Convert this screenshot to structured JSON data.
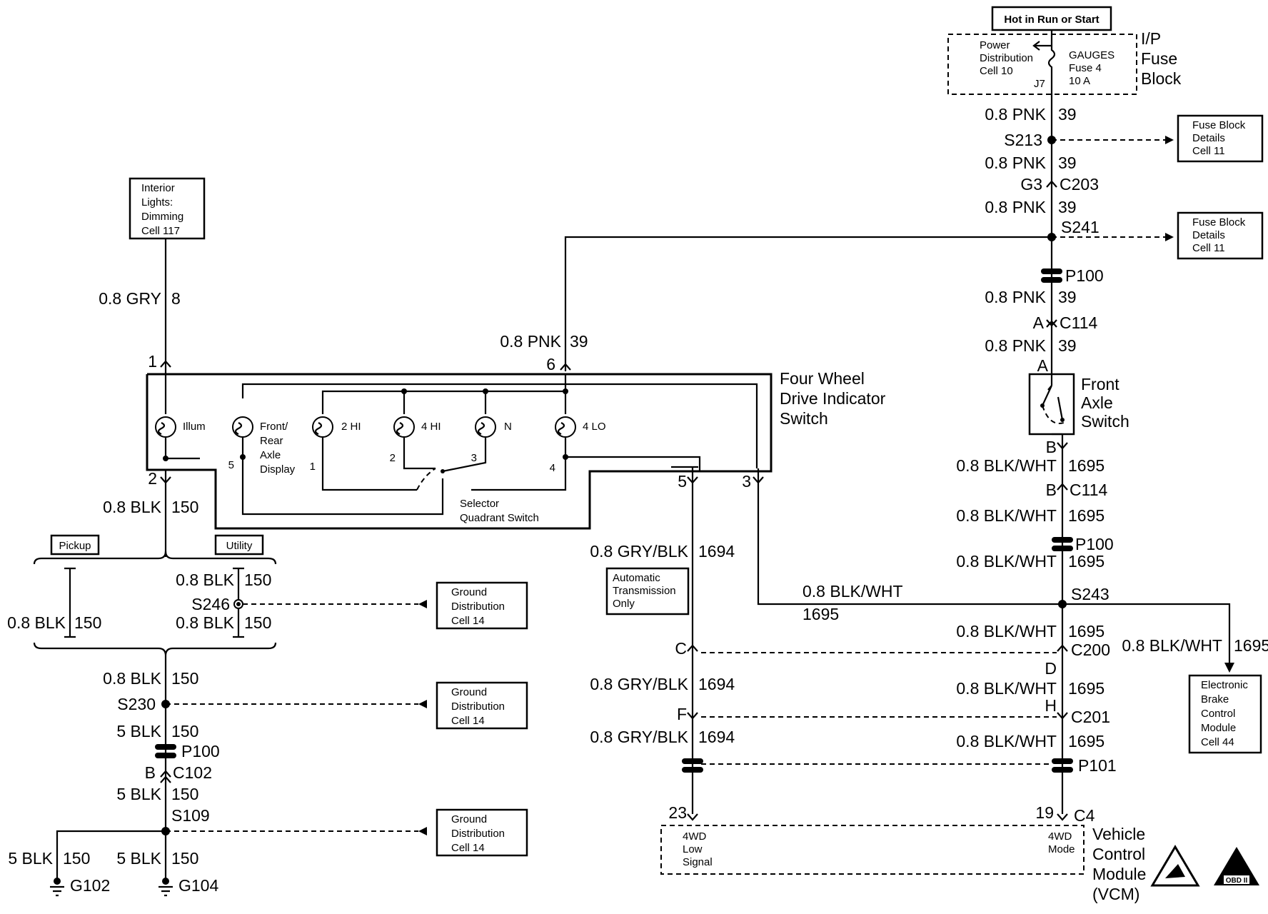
{
  "top_power": {
    "label": "Hot in Run or Start"
  },
  "fuse_block": {
    "title": [
      "I/P",
      "Fuse",
      "Block"
    ],
    "power_ref": [
      "Power",
      "Distribution",
      "Cell 10"
    ],
    "fuse": [
      "GAUGES",
      "Fuse 4",
      "10 A"
    ],
    "pin": "J7"
  },
  "refs": {
    "fuse_details_1": [
      "Fuse Block",
      "Details",
      "Cell 11"
    ],
    "fuse_details_2": [
      "Fuse Block",
      "Details",
      "Cell 11"
    ],
    "interior_lights": [
      "Interior",
      "Lights:",
      "Dimming",
      "Cell 117"
    ],
    "ground_1": [
      "Ground",
      "Distribution",
      "Cell 14"
    ],
    "ground_2": [
      "Ground",
      "Distribution",
      "Cell 14"
    ],
    "ground_3": [
      "Ground",
      "Distribution",
      "Cell 14"
    ],
    "ebcm": [
      "Electronic",
      "Brake",
      "Control",
      "Module",
      "Cell 44"
    ],
    "auto_trans": [
      "Automatic",
      "Transmission",
      "Only"
    ],
    "pickup": "Pickup",
    "utility": "Utility"
  },
  "components": {
    "four_wheel_switch": [
      "Four Wheel",
      "Drive Indicator",
      "Switch"
    ],
    "front_axle_switch": [
      "Front",
      "Axle",
      "Switch"
    ],
    "vcm": [
      "Vehicle",
      "Control",
      "Module",
      "(VCM)"
    ],
    "vcm_in_left": [
      "4WD",
      "Low",
      "Signal"
    ],
    "vcm_in_right": [
      "4WD",
      "Mode"
    ],
    "selector": [
      "Selector",
      "Quadrant Switch"
    ],
    "bulbs": {
      "illum": "Illum",
      "axle": [
        "Front/",
        "Rear",
        "Axle",
        "Display"
      ],
      "hi2": "2 HI",
      "hi4": "4 HI",
      "n": "N",
      "lo4": "4 LO"
    },
    "obd": "OBD II"
  },
  "wires": {
    "pnk_39_a": "0.8 PNK",
    "pnk_39_a_n": "39",
    "pnk_39_b": "0.8 PNK",
    "pnk_39_b_n": "39",
    "pnk_39_c": "0.8 PNK",
    "pnk_39_c_n": "39",
    "pnk_39_d": "0.8 PNK",
    "pnk_39_d_n": "39",
    "pnk_39_e": "0.8 PNK",
    "pnk_39_e_n": "39",
    "pnk_39_f": "0.8 PNK",
    "pnk_39_f_n": "39",
    "gry_8": "0.8 GRY",
    "gry_8_n": "8",
    "blk_150_a": "0.8 BLK",
    "blk_150_a_n": "150",
    "blk_150_b": "0.8 BLK",
    "blk_150_b_n": "150",
    "blk_150_c": "0.8 BLK",
    "blk_150_c_n": "150",
    "blk_150_d": "0.8 BLK",
    "blk_150_d_n": "150",
    "blk_150_e": "0.8 BLK",
    "blk_150_e_n": "150",
    "blk5_150_a": "5 BLK",
    "blk5_150_a_n": "150",
    "blk5_150_b": "5 BLK",
    "blk5_150_b_n": "150",
    "blk5_150_c": "5 BLK",
    "blk5_150_c_n": "150",
    "blk5_150_d": "5 BLK",
    "blk5_150_d_n": "150",
    "grybl_1694_a": "0.8 GRY/BLK",
    "grybl_1694_a_n": "1694",
    "grybl_1694_b": "0.8 GRY/BLK",
    "grybl_1694_b_n": "1694",
    "grybl_1694_c": "0.8 GRY/BLK",
    "grybl_1694_c_n": "1694",
    "bw_1695_a": "0.8 BLK/WHT",
    "bw_1695_a_n": "1695",
    "bw_1695_b": "0.8 BLK/WHT",
    "bw_1695_b_n": "1695",
    "bw_1695_c": "0.8 BLK/WHT",
    "bw_1695_c_n": "1695",
    "bw_1695_d": "0.8 BLK/WHT",
    "bw_1695_d_n": "1695",
    "bw_1695_e": "0.8 BLK/WHT",
    "bw_1695_e_n": "1695",
    "bw_1695_f": "0.8 BLK/WHT",
    "bw_1695_f_n": "1695",
    "bw_1695_h": "0.8 BLK/WHT",
    "bw_1695_h_n": "1695",
    "bw_1695_g": "0.8 BLK/WHT",
    "bw_1695_g_n": "1695"
  },
  "splices": {
    "s213": "S213",
    "s241": "S241",
    "s243": "S243",
    "s246": "S246",
    "s230": "S230",
    "s109": "S109"
  },
  "connectors": {
    "g3": "G3",
    "c203": "C203",
    "p100_a": "P100",
    "p100_b": "P100",
    "p100_c": "P100",
    "a1": "A",
    "c114_a": "C114",
    "a2": "A",
    "b1": "B",
    "b2": "B",
    "c114_b": "C114",
    "c200": "C200",
    "c_pin": "C",
    "d_pin": "D",
    "c201": "C201",
    "f_pin": "F",
    "h_pin": "H",
    "p101": "P101",
    "c102": "C102",
    "b3": "B",
    "c4": "C4",
    "pin23": "23",
    "pin19": "19",
    "pin1": "1",
    "pin6": "6",
    "pin2": "2",
    "pin5": "5",
    "pin3": "3",
    "sw2": "2",
    "sw3": "3",
    "sw4": "4",
    "sw5": "5",
    "sw1": "1"
  },
  "grounds": {
    "g102": "G102",
    "g104": "G104"
  }
}
